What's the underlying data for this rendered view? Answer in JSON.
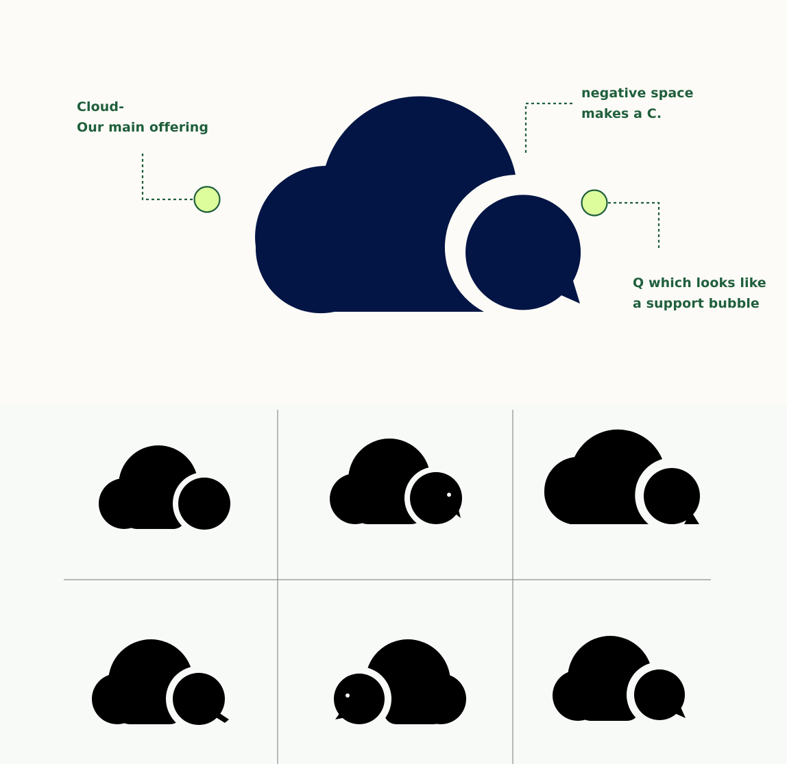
{
  "annotations": {
    "cloud": {
      "line1": "Cloud-",
      "line2": "Our main offering"
    },
    "negative_space": {
      "line1": "negative space",
      "line2": "makes a  C."
    },
    "q_bubble": {
      "line1": "Q which looks like",
      "line2": "a support bubble"
    }
  },
  "colors": {
    "background": "#fdfbf7",
    "logo_navy": "#021544",
    "annotation_green": "#1f5f3c",
    "marker_fill": "#ddfd9c",
    "grid_panel": "#f8faf8",
    "grid_lines": "#8a8f8c",
    "variant_fill": "#000000"
  },
  "variants": [
    {
      "name": "variant-plain-bubble",
      "feature": "plain round bubble"
    },
    {
      "name": "variant-bubble-with-dot",
      "feature": "bubble with dot and tail"
    },
    {
      "name": "variant-flat-base",
      "feature": "flat base with tail"
    },
    {
      "name": "variant-magnifier",
      "feature": "magnifier handle"
    },
    {
      "name": "variant-bubble-left",
      "feature": "bubble on left with dot"
    },
    {
      "name": "variant-tail-right",
      "feature": "bubble with side tail"
    }
  ]
}
